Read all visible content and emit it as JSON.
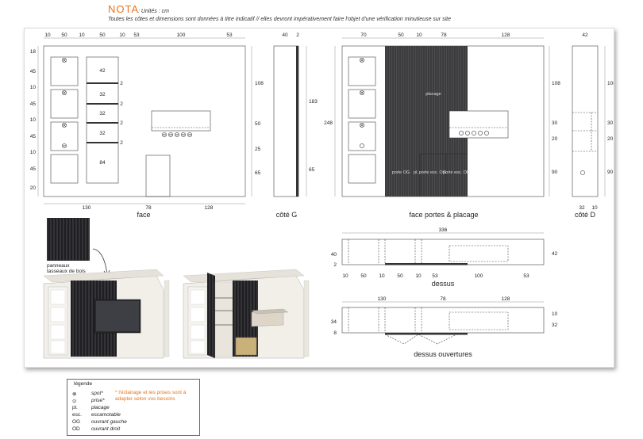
{
  "header": {
    "title": "NOTA",
    "units": ": Unités : cm",
    "note": "Toutes les côtes et dimensions sont données à titre indicatif // elles devront impérativement faire l'objet d'une vérification minutieuse sur site"
  },
  "views": {
    "face": {
      "label": "face",
      "top_dims": [
        "10",
        "50",
        "10",
        "50",
        "10",
        "53",
        "100",
        "53"
      ],
      "left_dims": [
        "18",
        "45",
        "10",
        "45",
        "10",
        "45",
        "10",
        "45",
        "20"
      ],
      "right_dims": [
        "108",
        "50",
        "25",
        "65"
      ],
      "bottom_dims": [
        "130",
        "78",
        "128"
      ],
      "shelf_dims": [
        "42",
        "32",
        "32",
        "32",
        "84"
      ],
      "shelf_thickness": [
        "2",
        "2",
        "2",
        "2"
      ]
    },
    "cote_g": {
      "label": "côté G",
      "top_dims": [
        "40",
        "2"
      ],
      "right_dims": [
        "183",
        "65"
      ]
    },
    "face_portes": {
      "label": "face portes & placage",
      "top_dims": [
        "70",
        "50",
        "10",
        "78",
        "128"
      ],
      "left_dim": "248",
      "right_dims": [
        "108",
        "30",
        "20",
        "90"
      ],
      "placage_label": "placage",
      "doors": [
        "porte OG",
        "pl.",
        "porte esc. OG",
        "porte esc. OD"
      ]
    },
    "cote_d": {
      "label": "côté D",
      "top_dim": "42",
      "right_dims": [
        "108",
        "30",
        "20",
        "90"
      ],
      "bottom_dims": [
        "32",
        "10"
      ]
    },
    "dessus": {
      "label": "dessus",
      "top_dim": "336",
      "left_dims": [
        "40",
        "2"
      ],
      "right_dim": "42",
      "bottom_dims": [
        "10",
        "50",
        "10",
        "50",
        "10",
        "53",
        "100",
        "53"
      ]
    },
    "dessus_ouvertures": {
      "label": "dessus ouvertures",
      "top_dims": [
        "130",
        "78",
        "128"
      ],
      "left_dims": [
        "34",
        "8"
      ],
      "right_dims": [
        "10",
        "32"
      ]
    }
  },
  "panneaux_label": "panneaux tasseaux de bois",
  "legend": {
    "title": "légende",
    "items": [
      {
        "symbol": "spot-icon",
        "text": "spot*"
      },
      {
        "symbol": "prise-icon",
        "text": "prise*"
      },
      {
        "symbol": "pl.",
        "text": "placage"
      },
      {
        "symbol": "esc.",
        "text": "escamotable"
      },
      {
        "symbol": "OG",
        "text": "ouvrant gauche"
      },
      {
        "symbol": "OD",
        "text": "ouvrant droit"
      }
    ],
    "note": "* l'éclairage et les prises sont à adapter selon vos besoins"
  },
  "colors": {
    "accent": "#e8741c",
    "dark_panel": "#3a3a3c",
    "line": "#555555"
  }
}
